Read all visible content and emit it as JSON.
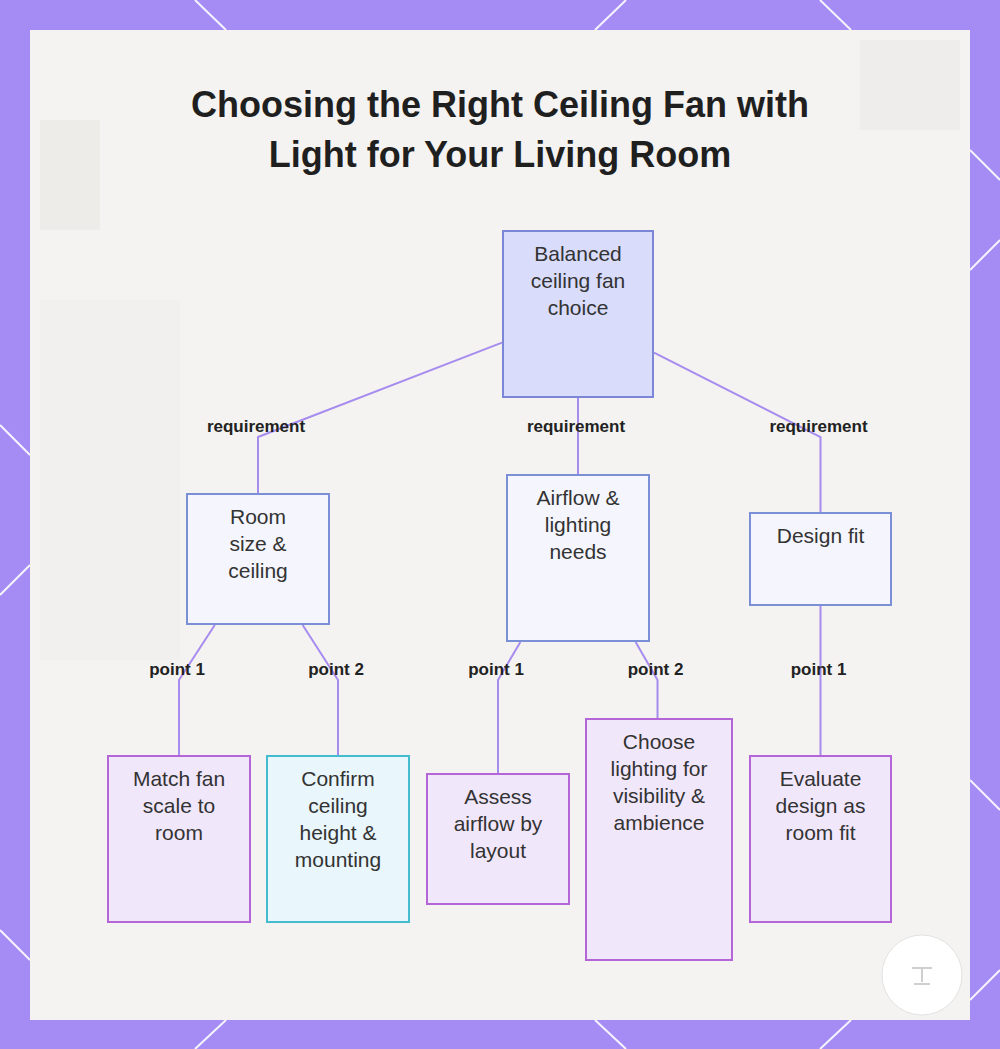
{
  "diagram": {
    "title": "Choosing the Right Ceiling Fan with Light for Your Living Room",
    "nodes": [
      {
        "text": [
          "Balanced ceiling fan choice"
        ]
      },
      {
        "text": [
          "Room size & ceiling"
        ]
      },
      {
        "text": [
          "Airflow & lighting needs"
        ]
      },
      {
        "text": [
          "Design fit"
        ]
      },
      {
        "text": [
          "Match fan scale to room"
        ]
      },
      {
        "text": [
          "Confirm ceiling height & mounting"
        ]
      },
      {
        "text": [
          "Assess airflow by layout"
        ]
      },
      {
        "text": [
          "Choose lighting for visibility & ambience"
        ]
      },
      {
        "text": [
          "Evaluate design as room fit"
        ]
      }
    ],
    "edges": [
      {
        "from": 0,
        "to": 1,
        "arrow": "none",
        "label": "requirement"
      },
      {
        "from": 0,
        "to": 2,
        "arrow": "none",
        "label": "requirement"
      },
      {
        "from": 0,
        "to": 3,
        "arrow": "none",
        "label": "requirement"
      },
      {
        "from": 1,
        "to": 4,
        "arrow": "none",
        "label": "point 1"
      },
      {
        "from": 1,
        "to": 5,
        "arrow": "none",
        "label": "point 2"
      },
      {
        "from": 2,
        "to": 6,
        "arrow": "none",
        "label": "point 1"
      },
      {
        "from": 2,
        "to": 7,
        "arrow": "none",
        "label": "point 2"
      },
      {
        "from": 3,
        "to": 8,
        "arrow": "none",
        "label": "point 1"
      }
    ]
  }
}
